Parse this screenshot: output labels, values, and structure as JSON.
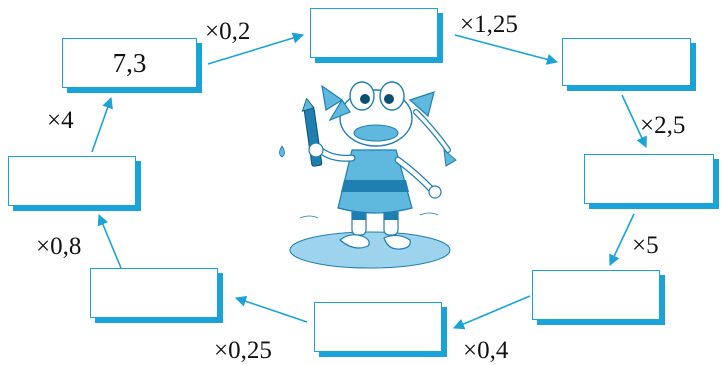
{
  "colors": {
    "accent": "#1aa3d8",
    "frog_fill": "#5fb8dd",
    "frog_dark": "#1e7fb0",
    "puddle": "#9dd3ec"
  },
  "icons": {
    "center_picture": "frog-girl-with-pencil-illustration"
  },
  "boxes": [
    {
      "id": "box-start",
      "value": "7,3"
    },
    {
      "id": "box-2",
      "value": ""
    },
    {
      "id": "box-3",
      "value": ""
    },
    {
      "id": "box-4",
      "value": ""
    },
    {
      "id": "box-5",
      "value": ""
    },
    {
      "id": "box-6",
      "value": ""
    },
    {
      "id": "box-7",
      "value": ""
    },
    {
      "id": "box-8",
      "value": ""
    },
    {
      "id": "box-9",
      "value": ""
    }
  ],
  "operations": [
    {
      "label": "×0,2"
    },
    {
      "label": "×1,25"
    },
    {
      "label": "×2,5"
    },
    {
      "label": "×5"
    },
    {
      "label": "×0,4"
    },
    {
      "label": "×0,25"
    },
    {
      "label": "×0,8"
    },
    {
      "label": "×4"
    }
  ]
}
